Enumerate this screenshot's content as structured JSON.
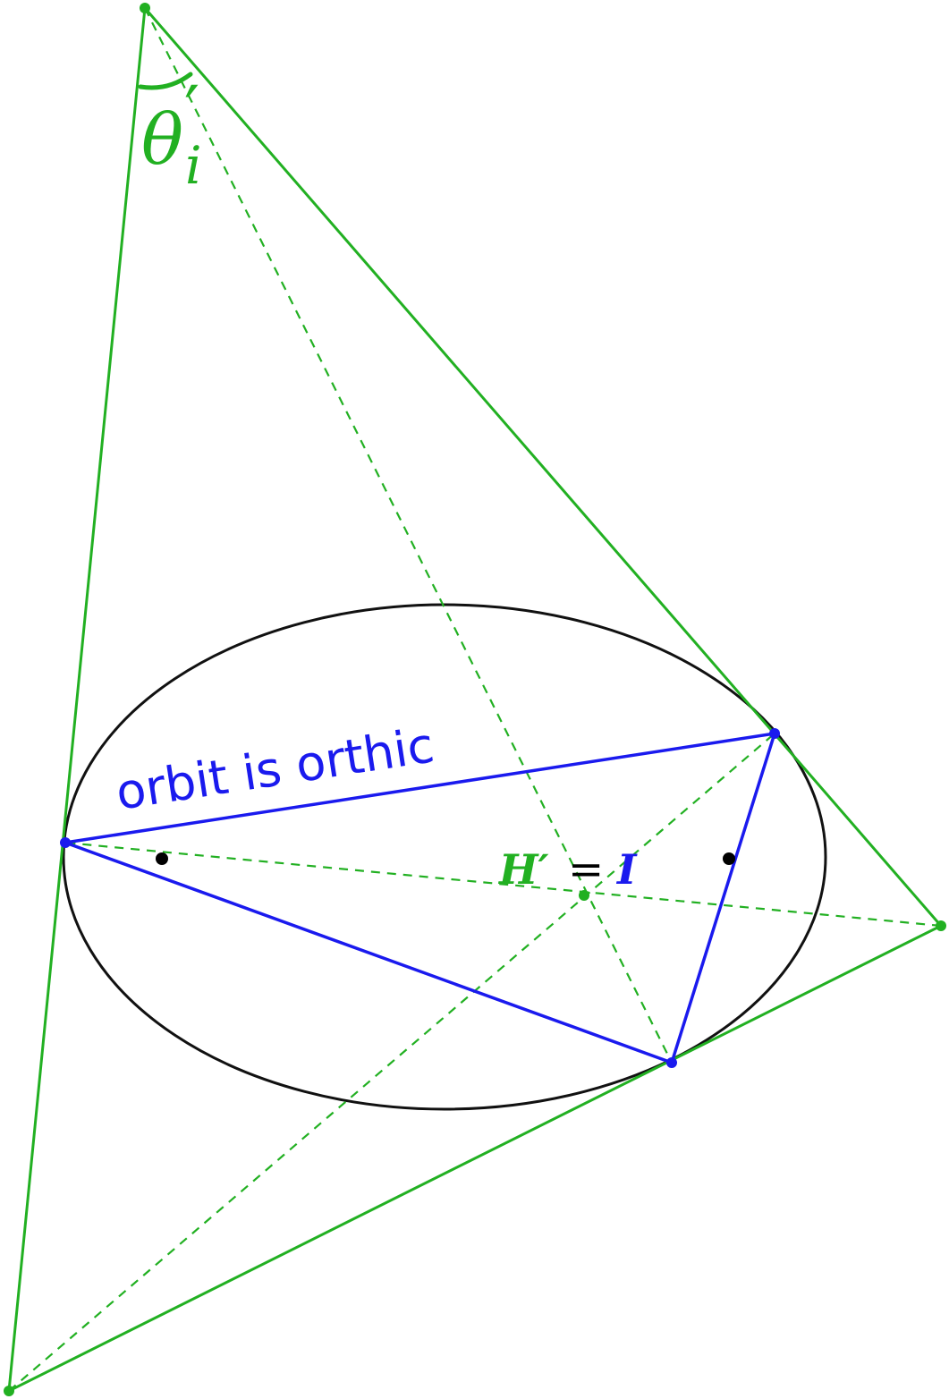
{
  "colors": {
    "poristic": "#22b022",
    "orbit": "#1a1aee",
    "ellipse": "#111111",
    "focus": "#000000"
  },
  "labels": {
    "angle_symbol": "θ",
    "angle_prime": "′",
    "angle_subscript": "i",
    "orbit_caption": "orbit is orthic",
    "h_prime": "H′",
    "equals": "=",
    "incenter": "I"
  }
}
